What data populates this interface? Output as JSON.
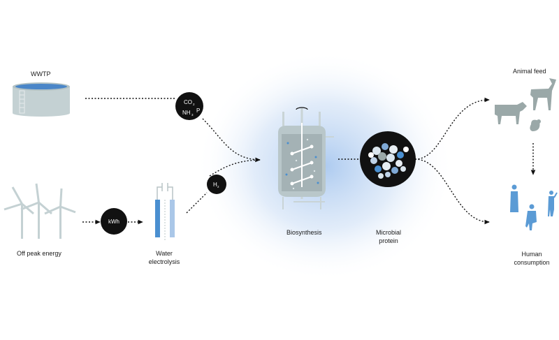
{
  "labels": {
    "wwtp": "WWTP",
    "off_peak": "Off peak energy",
    "water_1": "Water",
    "water_2": "electrolysis",
    "biosynthesis": "Biosynthesis",
    "microbial_1": "Microbial",
    "microbial_2": "protein",
    "animal_feed": "Animal feed",
    "human_1": "Human",
    "human_2": "consumption"
  },
  "bubbles": {
    "co2": "CO",
    "co2_sub": "2",
    "nh3": "NH",
    "nh3_sub": "3",
    "p": "P",
    "h2": "H",
    "h2_sub": "2",
    "kwh": "kWh"
  },
  "colors": {
    "dark": "#111111",
    "animal": "#9aa8a8",
    "human": "#5b9bd5",
    "tank": "#b9c7ca",
    "water": "#4a8fd0",
    "glow": "#c9dcf3"
  }
}
